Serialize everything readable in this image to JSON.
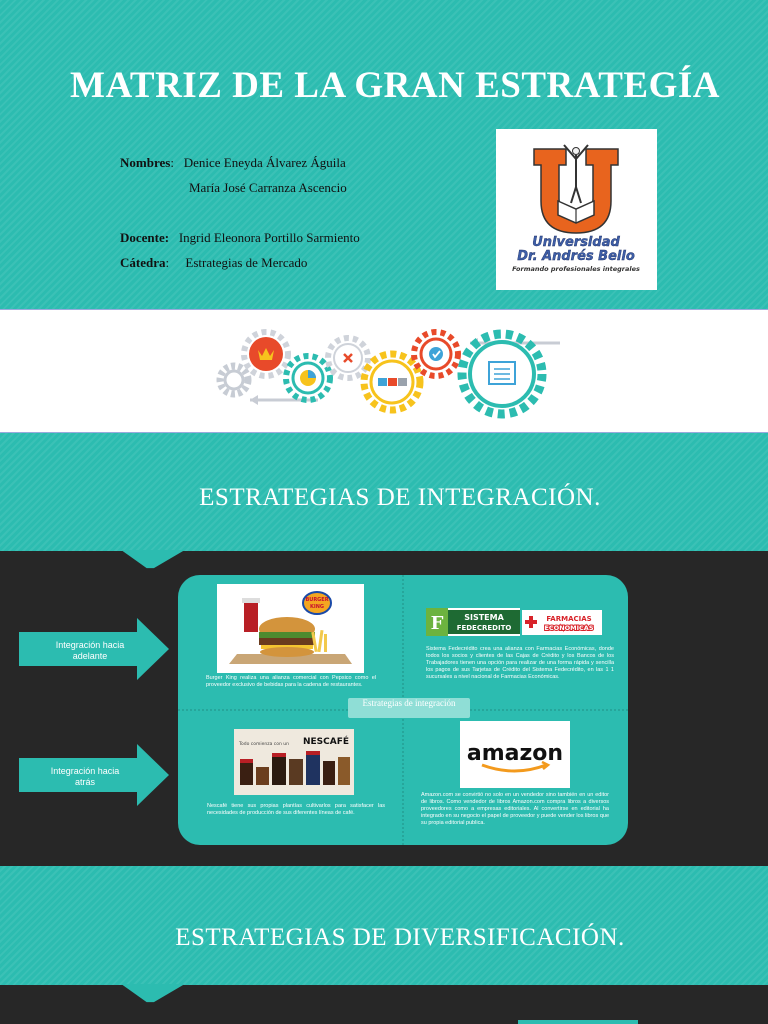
{
  "title": "MATRIZ DE LA GRAN ESTRATEGÍA",
  "info": {
    "nombres_label": "Nombres",
    "nombres_1": "Denice Eneyda Álvarez Águila",
    "nombres_2": "María José Carranza Ascencio",
    "docente_label": "Docente:",
    "docente": "Ingrid Eleonora Portillo Sarmiento",
    "catedra_label": "Cátedra",
    "catedra": "Estrategias de Mercado"
  },
  "logo": {
    "line1": "Universidad",
    "line2": "Dr. Andrés Bello",
    "tagline": "Formando profesionales integrales"
  },
  "section1_title": "ESTRATEGIAS DE INTEGRACIÓN.",
  "section2_title": "ESTRATEGIAS DE DIVERSIFICACIÓN.",
  "arrows": {
    "forward": "Integración hacia adelante",
    "backward": "Integración hacia atrás"
  },
  "center_badge": "Estrategias de integración",
  "quadrants": {
    "burger_text": "Burger King realiza una alianza comercial con Pepsico como el proveedor exclusivo de bebidas para la cadena de restaurantes.",
    "fedecredito_text": "Sistema Fedecrédito crea una alianza con Farmacias Económicas, donde todos los socios y clientes de las Cajas de Crédito y los Bancos de los Trabajadores tienen una opción para realizar de una forma rápida y sencilla los pagos de sus Tarjetas de Crédito del Sistema Fedecrédito, en las 1 1 sucursales a nivel nacional de Farmacias Económicas.",
    "nescafe_text": "Nescafé tiene sus propias plantías cultivarlos para satisfacer las necesidades de producción de sus diferentes líneas de café.",
    "amazon_text": "Amazon.com se convirtió no solo en un vendedor sino también en un editor de libros. Como vendedor de libros Amazon.com compra libros a diversos proveedores como a empresas editoriales. Al convertirse en editorial ha integrado en su negocio el papel de proveedor y puede vender los libros que su propia editorial publica."
  },
  "brands": {
    "burger_king": "BURGER KING",
    "sistema": "SISTEMA",
    "fedecredito": "FEDECREDITO",
    "farmacias": "FARMACIAS",
    "economicas": "ECONOMICAS",
    "nescafe": "NESCAFÉ",
    "nescafe_tagline": "Todo comienza con un",
    "amazon": "amazon"
  },
  "colors": {
    "teal": "#2cbcb0",
    "dark": "#272727",
    "logo_orange": "#e8641e",
    "logo_blue": "#3e5fa8"
  }
}
